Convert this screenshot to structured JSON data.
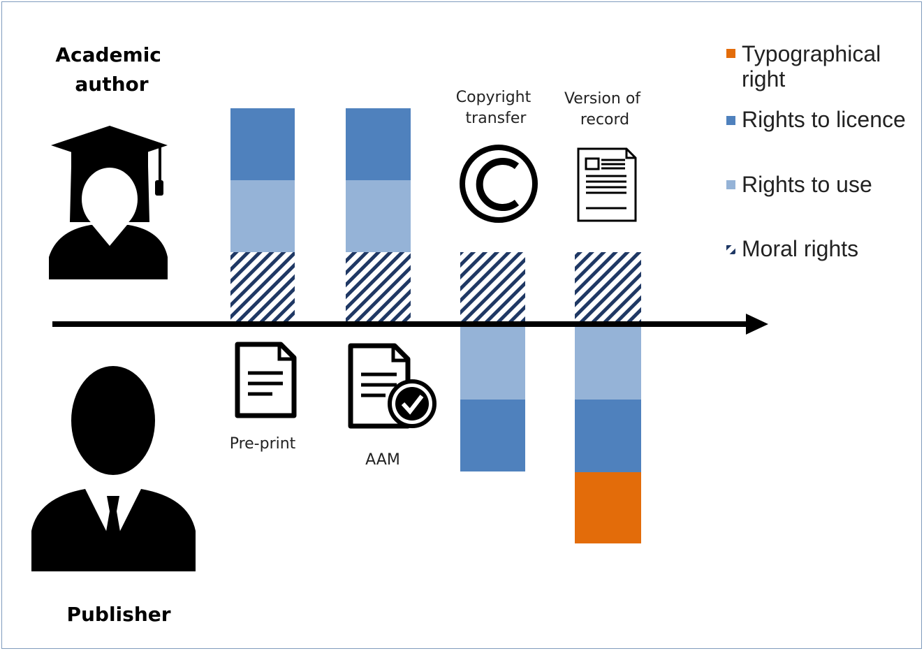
{
  "parties": {
    "author": [
      "Academic",
      "author"
    ],
    "publisher": "Publisher"
  },
  "stages": [
    {
      "id": "preprint",
      "label": "Pre-print"
    },
    {
      "id": "aam",
      "label": "AAM"
    },
    {
      "id": "copyright",
      "label_lines": [
        "Copyright",
        "transfer"
      ]
    },
    {
      "id": "vor",
      "label_lines": [
        "Version of",
        "record"
      ]
    }
  ],
  "legend": [
    {
      "key": "typographical",
      "lines": [
        "Typographical",
        "right"
      ],
      "color": "#e36c0a"
    },
    {
      "key": "licence",
      "lines": [
        "Rights to licence"
      ],
      "color": "#4f81bd"
    },
    {
      "key": "use",
      "lines": [
        "Rights to use"
      ],
      "color": "#95b3d7"
    },
    {
      "key": "moral",
      "lines": [
        "Moral rights"
      ],
      "color": "#1f3864"
    }
  ],
  "colors": {
    "typographical": "#e36c0a",
    "licence": "#4f81bd",
    "use": "#95b3d7",
    "moral_stripe": "#1f3864",
    "arrow": "#000000"
  },
  "icons": [
    "graduate-person-icon",
    "business-person-icon",
    "document-icon",
    "document-check-icon",
    "copyright-icon",
    "newspaper-document-icon"
  ]
}
